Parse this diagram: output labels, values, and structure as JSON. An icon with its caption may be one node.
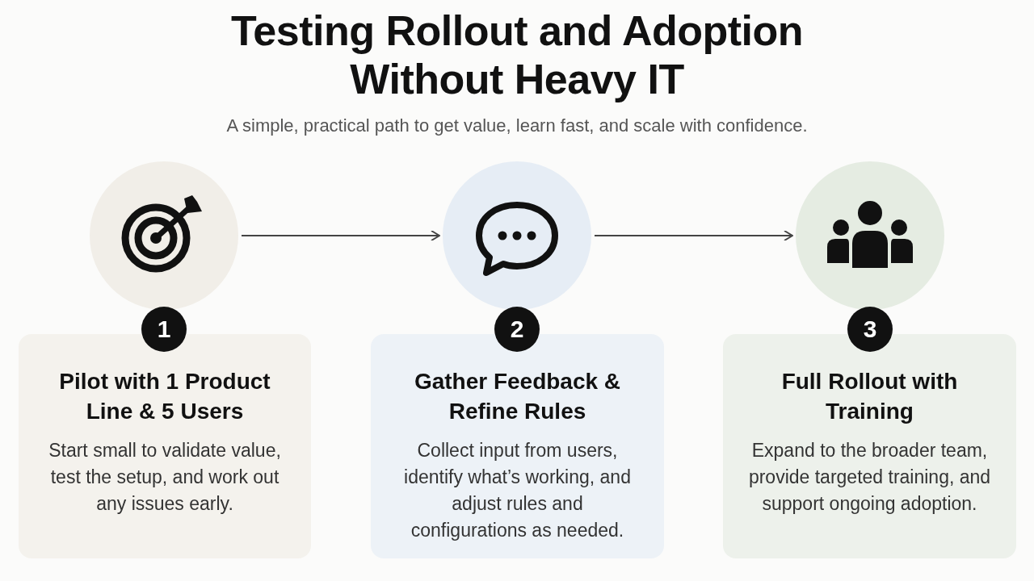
{
  "diagram": {
    "title": "Testing Rollout and Adoption Without Heavy IT",
    "nodes": [
      {
        "text": [],
        "shape": "circle"
      },
      {
        "text": [
          "1"
        ]
      },
      {
        "text": [
          "Pilot with 1 Product Line & 5 Users",
          "Start small to validate value, test the setup, and work out any issues early."
        ]
      },
      {
        "text": [],
        "shape": "circle"
      },
      {
        "text": [
          "2"
        ]
      },
      {
        "text": [
          "Gather Feedback & Refine Rules",
          "Collect input from users, identify what’s working, and adjust rules and configurations as needed."
        ]
      },
      {
        "text": [],
        "shape": "circle"
      },
      {
        "text": [
          "3"
        ]
      },
      {
        "text": [
          "Full Rollout with Training",
          "Expand to the broader team, provide targeted training, and support ongoing adoption."
        ]
      }
    ],
    "edges": [
      {
        "from": 0,
        "to": 3,
        "arrow": "to"
      },
      {
        "from": 3,
        "to": 6,
        "arrow": "to"
      }
    ],
    "labels": [
      "A simple, practical path to get value, learn fast, and scale with confidence."
    ]
  }
}
